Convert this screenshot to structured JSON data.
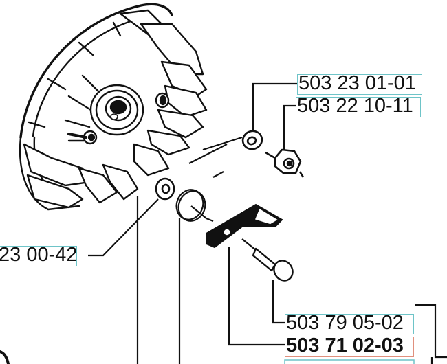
{
  "diagram": {
    "type": "exploded-parts-diagram",
    "subject": "flywheel assembly",
    "parts": [
      {
        "id": "washer-top",
        "part_number": "503 23 01-01",
        "highlight": false
      },
      {
        "id": "nut",
        "part_number": "503 22 10-11",
        "highlight": false
      },
      {
        "id": "washer-left",
        "part_number": "23 00-42",
        "highlight": false,
        "truncated_left": true
      },
      {
        "id": "pin",
        "part_number": "503 79 05-02",
        "highlight": false
      },
      {
        "id": "pawl",
        "part_number": "503 71 02-03",
        "highlight": true
      }
    ],
    "colors": {
      "label_box": "#6ec4c8",
      "label_box_highlight": "#e0907e",
      "line": "#111111",
      "background": "#ffffff"
    }
  }
}
